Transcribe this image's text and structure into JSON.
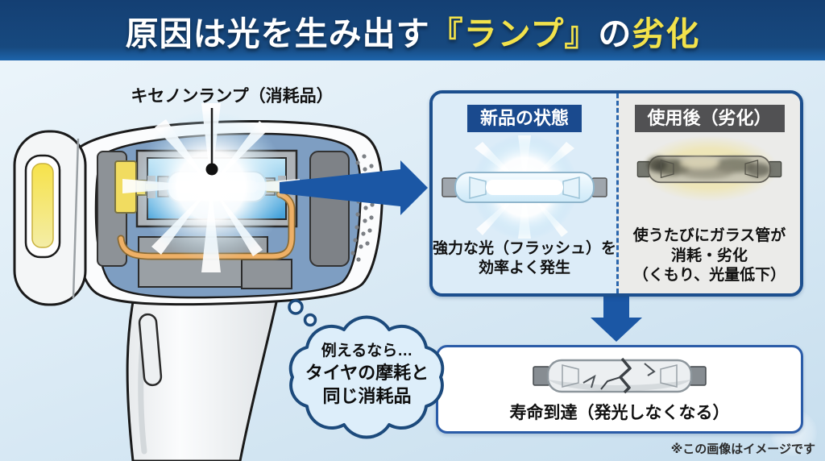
{
  "title": {
    "prefix": "原因は光を生み出す",
    "highlight_lamp": "『ランプ』",
    "middle": "の",
    "highlight_deterioration": "劣化"
  },
  "device": {
    "label": "キセノンランプ（消耗品）"
  },
  "comparison": {
    "new": {
      "header": "新品の状態",
      "caption_line1": "強力な光（フラッシュ）を",
      "caption_line2": "効率よく発生"
    },
    "used": {
      "header": "使用後（劣化）",
      "caption_line1": "使うたびにガラス管が",
      "caption_line2": "消耗・劣化",
      "caption_line3": "（くもり、光量低下）"
    }
  },
  "end_of_life": {
    "caption": "寿命到達（発光しなくなる）"
  },
  "thought_bubble": {
    "line1": "例えるなら…",
    "line2": "タイヤの摩耗と",
    "line3": "同じ消耗品"
  },
  "footer": {
    "note": "※この画像はイメージです"
  },
  "colors": {
    "title_bar_blue": "#17497f",
    "highlight_yellow": "#f2e24b",
    "accent_arrow_blue": "#1b57a5",
    "panel_border_blue": "#1c4f8e",
    "new_header_bg": "#1a4a8e",
    "used_header_bg": "#515153",
    "new_panel_bg": "#dcecf8",
    "used_panel_bg": "#ebebe9",
    "bubble_border": "#1c4a7c",
    "flash_window_yellow": "#f6e44c"
  }
}
